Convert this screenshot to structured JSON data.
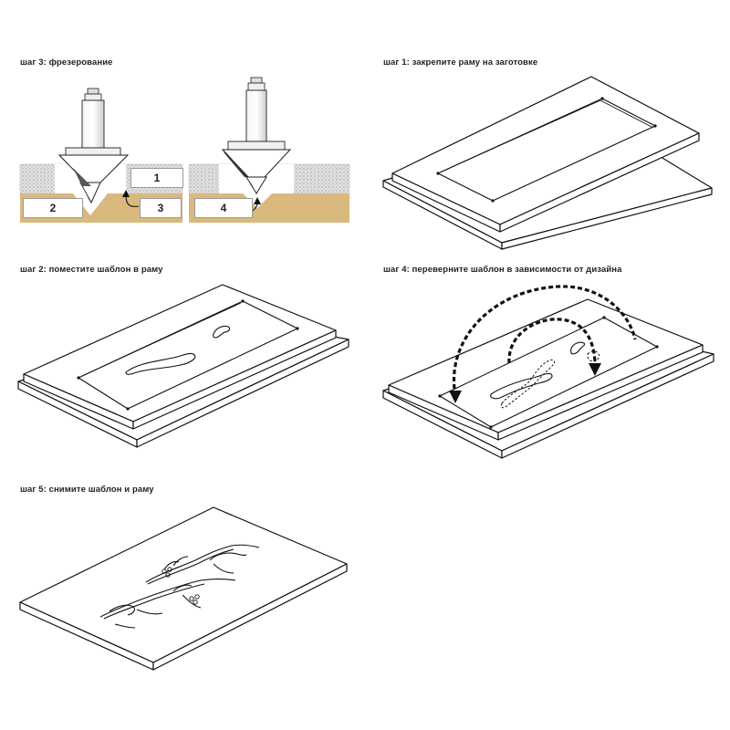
{
  "steps": {
    "step3": {
      "caption": "шаг 3: фрезерование",
      "labels": [
        "1",
        "2",
        "3",
        "4"
      ]
    },
    "step1": {
      "caption": "шаг 1: закрепите раму на заготовке"
    },
    "step2": {
      "caption": "шаг 2: поместите шаблон в раму"
    },
    "step4": {
      "caption": "шаг 4: переверните шаблон в зависимости от дизайна"
    },
    "step5": {
      "caption": "шаг 5: снимите шаблон и раму"
    }
  },
  "colors": {
    "wood": "#d9b97e",
    "wood_dark": "#b08a4c",
    "template_texture": "#cfcfcf",
    "line": "#111111"
  }
}
